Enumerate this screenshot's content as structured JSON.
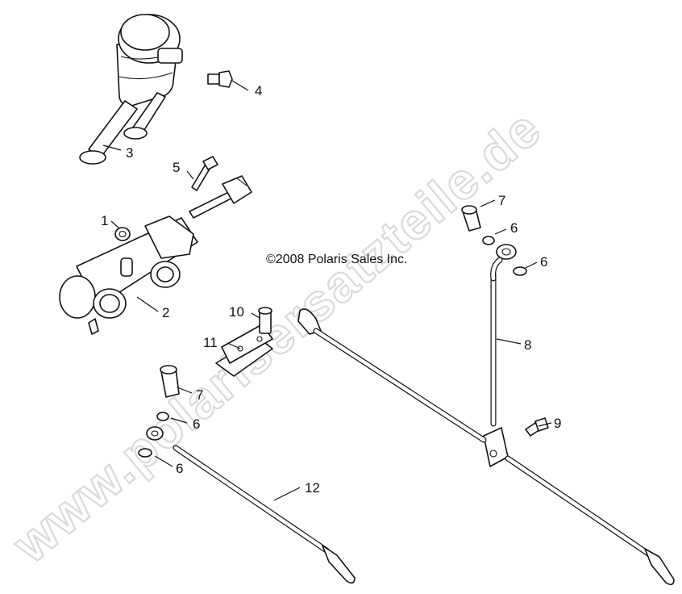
{
  "watermark": "www.polarisersatzteile.de",
  "copyright": "©2008 Polaris Sales Inc.",
  "callouts": {
    "c1": "1",
    "c2": "2",
    "c3": "3",
    "c4": "4",
    "c5": "5",
    "c6a": "6",
    "c6b": "6",
    "c6c": "6",
    "c6d": "6",
    "c7a": "7",
    "c7b": "7",
    "c8": "8",
    "c9": "9",
    "c10": "10",
    "c11": "11",
    "c12": "12"
  },
  "colors": {
    "line": "#111111",
    "background": "#ffffff",
    "watermark": "#d9d9d9"
  }
}
